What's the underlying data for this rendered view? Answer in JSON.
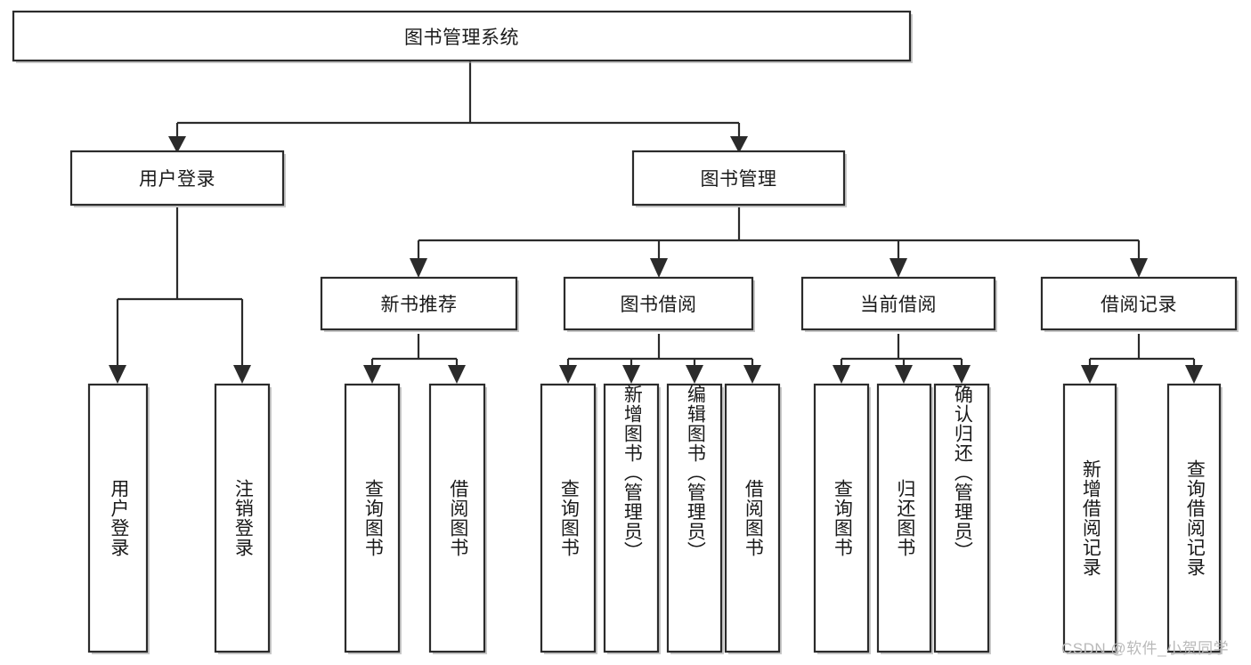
{
  "diagram": {
    "title_node": {
      "label": "图书管理系统"
    },
    "level2": [
      {
        "id": "user-login",
        "label": "用户登录"
      },
      {
        "id": "book-management",
        "label": "图书管理"
      }
    ],
    "level3": [
      {
        "id": "new-book-recommend",
        "label": "新书推荐"
      },
      {
        "id": "book-borrow",
        "label": "图书借阅"
      },
      {
        "id": "current-borrow",
        "label": "当前借阅"
      },
      {
        "id": "borrow-record",
        "label": "借阅记录"
      }
    ],
    "leaves": {
      "user-login": [
        {
          "id": "leaf-user-login",
          "label": "用户登录"
        },
        {
          "id": "leaf-logout-login",
          "label": "注销登录"
        }
      ],
      "new-book-recommend": [
        {
          "id": "leaf-query-book-1",
          "label": "查询图书"
        },
        {
          "id": "leaf-borrow-book-1",
          "label": "借阅图书"
        }
      ],
      "book-borrow": [
        {
          "id": "leaf-query-book-2",
          "label": "查询图书"
        },
        {
          "id": "leaf-add-book",
          "label": "新增图书（管理员）"
        },
        {
          "id": "leaf-edit-book",
          "label": "编辑图书（管理员）"
        },
        {
          "id": "leaf-borrow-book-2",
          "label": "借阅图书"
        }
      ],
      "current-borrow": [
        {
          "id": "leaf-query-book-3",
          "label": "查询图书"
        },
        {
          "id": "leaf-return-book",
          "label": "归还图书"
        },
        {
          "id": "leaf-confirm-return",
          "label": "确认归还（管理员）"
        }
      ],
      "borrow-record": [
        {
          "id": "leaf-add-record",
          "label": "新增借阅记录"
        },
        {
          "id": "leaf-query-record",
          "label": "查询借阅记录"
        }
      ]
    },
    "colors": {
      "stroke": "#2b2b2b",
      "fill": "#ffffff",
      "text": "#1a1a1a",
      "watermark": "#b9b9b9",
      "background": "#ffffff"
    }
  },
  "watermark": {
    "text": "CSDN @软件_小贺同学"
  }
}
